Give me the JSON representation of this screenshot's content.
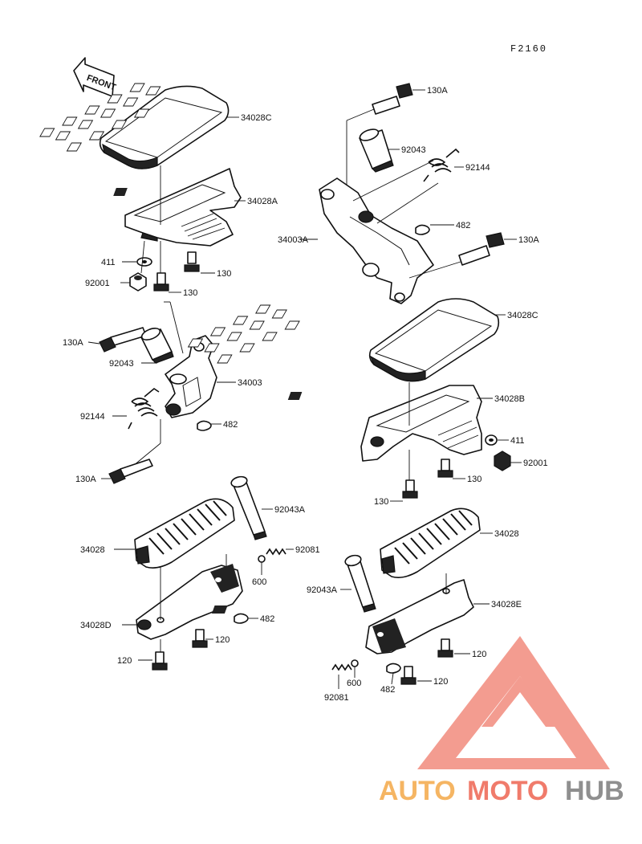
{
  "figure_code": "F2160",
  "front_arrow_label": "FRONT",
  "watermark": {
    "part1": "AUTO",
    "part2": "MOTO",
    "part3": "HUB",
    "color1": "#f5b563",
    "color2": "#f07b6b",
    "color3": "#8f8f8f",
    "logo_color": "#f07b6b"
  },
  "labels": {
    "l_34028C_top": "34028C",
    "l_34028A": "34028A",
    "l_411_left": "411",
    "l_92001_left": "92001",
    "l_130_left_a": "130",
    "l_130_left_b": "130",
    "l_130A_left_top": "130A",
    "l_92043_left": "92043",
    "l_34003": "34003",
    "l_92144_left": "92144",
    "l_482_left": "482",
    "l_130A_left_bot": "130A",
    "l_130A_right_top": "130A",
    "l_92043_right": "92043",
    "l_92144_right": "92144",
    "l_482_right_top": "482",
    "l_34003A": "34003A",
    "l_130A_right_mid": "130A",
    "l_34028C_right": "34028C",
    "l_34028B": "34028B",
    "l_411_right": "411",
    "l_92001_right": "92001",
    "l_130_right_a": "130",
    "l_130_right_b": "130",
    "l_92043A_left": "92043A",
    "l_34028_left": "34028",
    "l_92081_left": "92081",
    "l_600_left": "600",
    "l_34028D": "34028D",
    "l_482_left_bot": "482",
    "l_120_left_a": "120",
    "l_120_left_b": "120",
    "l_34028_right": "34028",
    "l_92043A_right": "92043A",
    "l_34028E": "34028E",
    "l_120_right_a": "120",
    "l_120_right_b": "120",
    "l_600_right": "600",
    "l_482_right_bot": "482",
    "l_92081_right": "92081"
  }
}
